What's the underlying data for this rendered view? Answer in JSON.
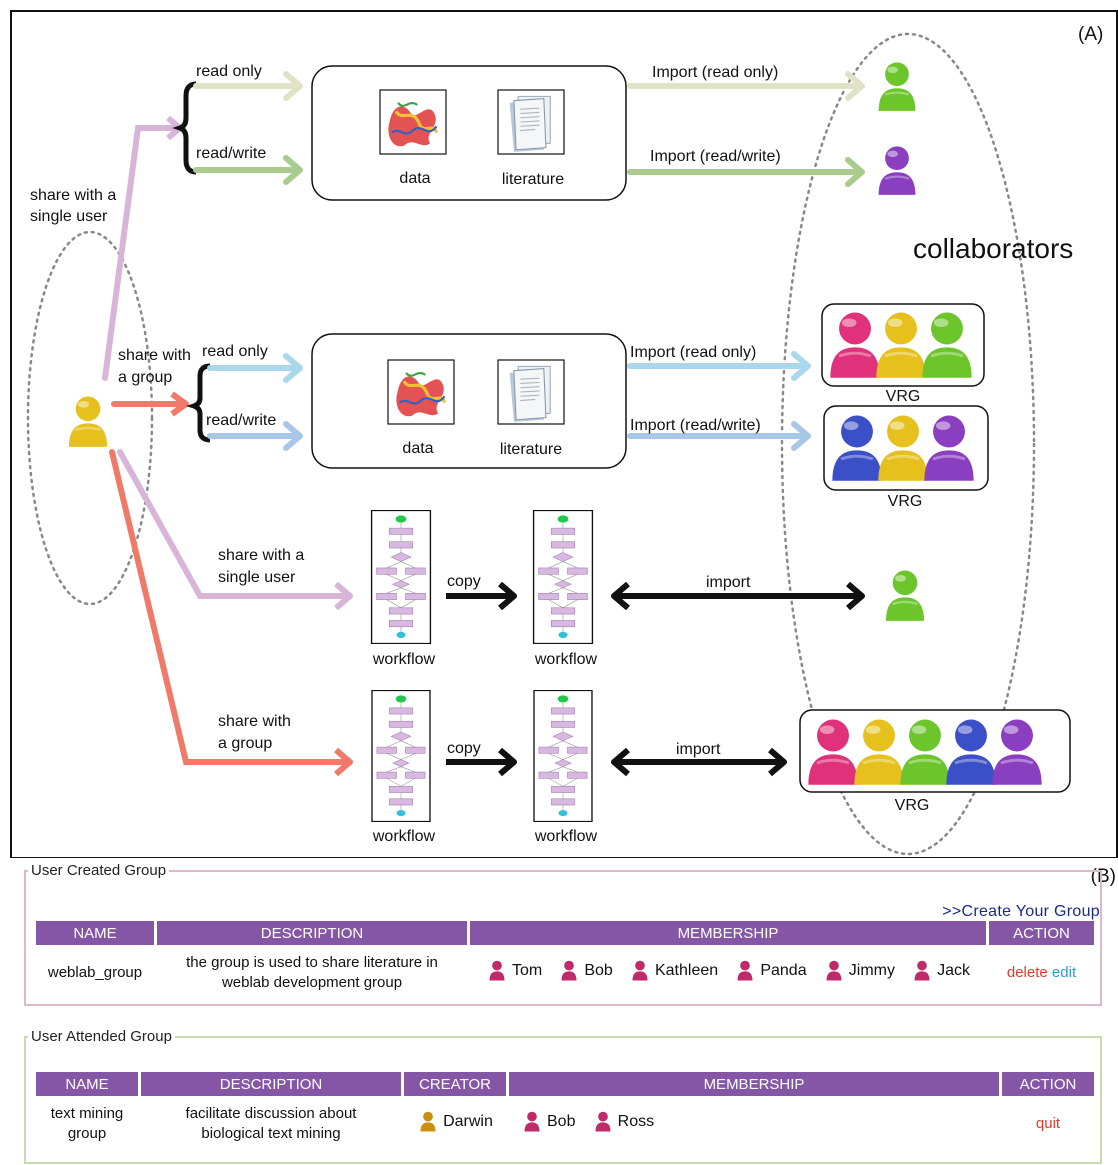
{
  "panel_a": {
    "label": "(A)",
    "collaborators_label": "collaborators",
    "share_single_user": "share with a single user",
    "share_single_user_lines": [
      "share with a",
      "single user"
    ],
    "share_group_lines": [
      "share with",
      "a group"
    ],
    "read_only": "read only",
    "read_write": "read/write",
    "import_read_only": "Import (read only)",
    "import_read_write": "Import (read/write)",
    "data": "data",
    "literature": "literature",
    "vrg": "VRG",
    "workflow": "workflow",
    "copy": "copy",
    "import": "import",
    "colors": {
      "pink_arrow": "#d9b4d9",
      "red_arrow": "#f07a6a",
      "green_arrow": "#a9cc8e",
      "beige_arrow": "#dfe2c4",
      "blue_arrow": "#a6c8e6",
      "lightblue_arrow": "#a9d8ec",
      "person_yellow": "#e6c11e",
      "person_green": "#6cc52a",
      "person_purple": "#8a3ec0",
      "person_pink": "#e0327a",
      "person_blue": "#3b50c8"
    }
  },
  "panel_b": {
    "label": "(B)",
    "created": {
      "legend": "User Created Group",
      "create_link": ">>Create Your Group",
      "headers": [
        "NAME",
        "DESCRIPTION",
        "MEMBERSHIP",
        "ACTION"
      ],
      "row": {
        "name": "weblab_group",
        "description": "the group is used to share literature in weblab development group",
        "members": [
          "Tom",
          "Bob",
          "Kathleen",
          "Panda",
          "Jimmy",
          "Jack"
        ],
        "action_delete": "delete",
        "action_edit": "edit"
      }
    },
    "attended": {
      "legend": "User Attended Group",
      "headers": [
        "NAME",
        "DESCRIPTION",
        "CREATOR",
        "MEMBERSHIP",
        "ACTION"
      ],
      "row": {
        "name": "text mining group",
        "description": "facilitate discussion about biological text mining",
        "creator": "Darwin",
        "members": [
          "Bob",
          "Ross"
        ],
        "action_quit": "quit"
      }
    }
  }
}
